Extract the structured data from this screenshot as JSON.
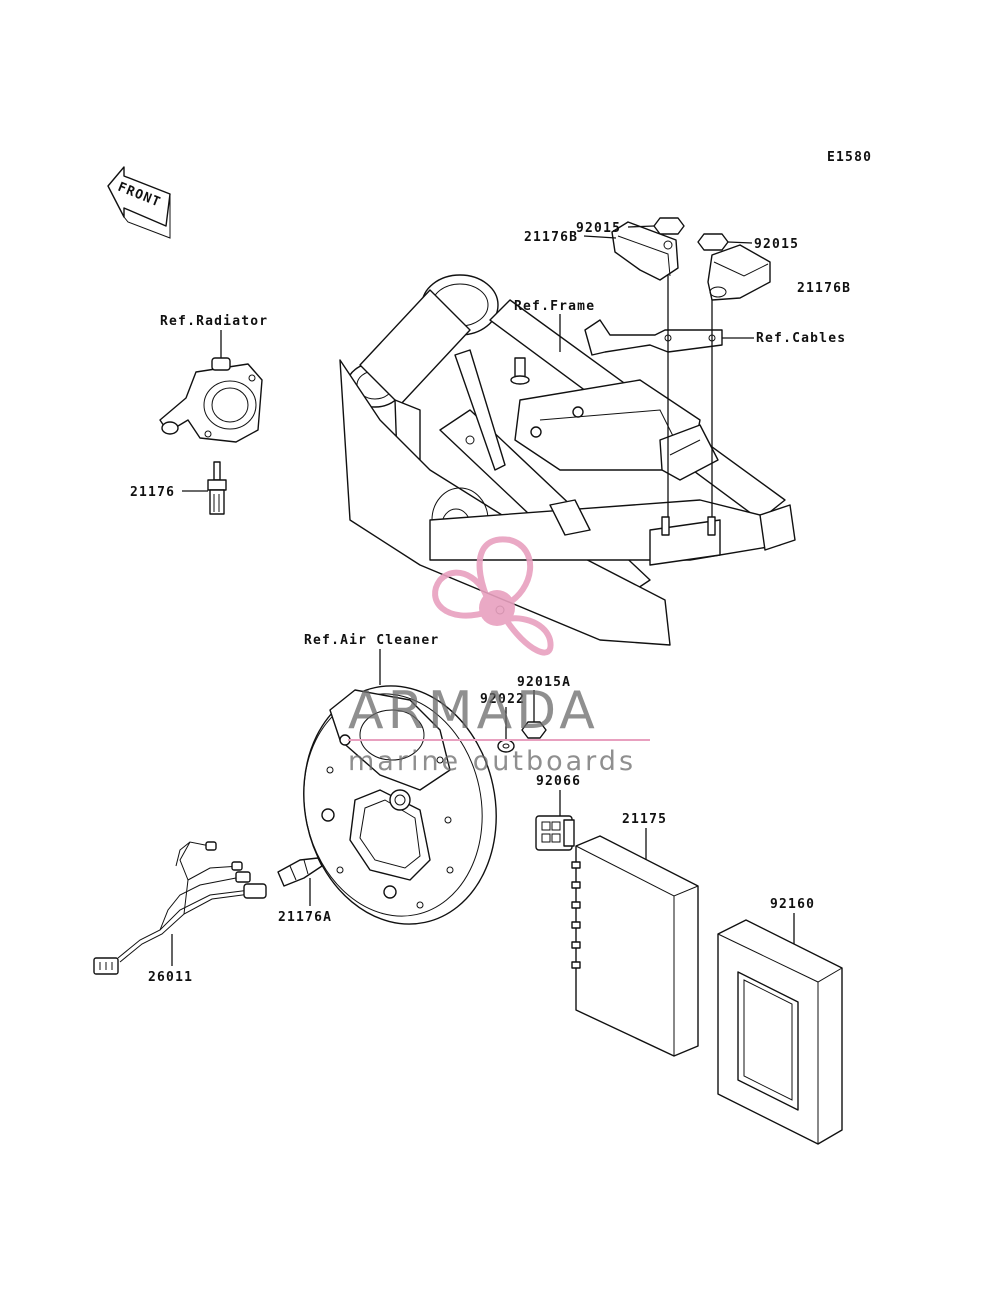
{
  "diagram_code": "E1580",
  "front_label": "FRONT",
  "labels": {
    "p92015_top": "92015",
    "p92015_right": "92015",
    "p21176B_left": "21176B",
    "p21176B_right": "21176B",
    "ref_frame": "Ref.Frame",
    "ref_cables": "Ref.Cables",
    "ref_radiator": "Ref.Radiator",
    "p21176": "21176",
    "ref_air_cleaner": "Ref.Air Cleaner",
    "p92015A": "92015A",
    "p92022": "92022",
    "p92066": "92066",
    "p21175": "21175",
    "p92160": "92160",
    "p21176A": "21176A",
    "p26011": "26011"
  },
  "watermark": {
    "brand": "ARMADA",
    "tagline": "marine outboards",
    "logo_color": "#e8a0bf"
  }
}
